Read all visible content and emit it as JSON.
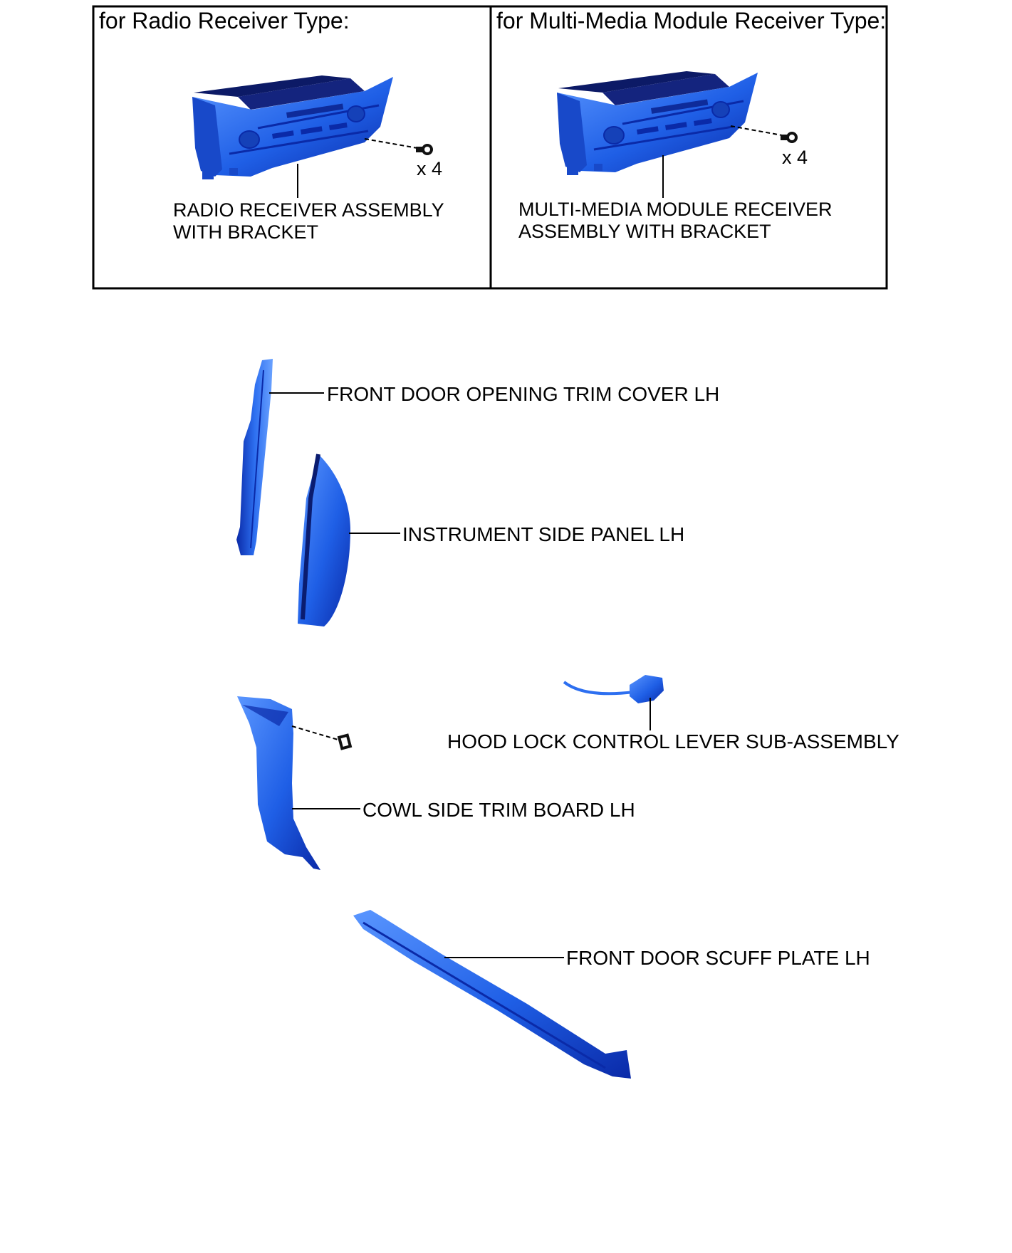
{
  "colors": {
    "part": "#1f5fe6",
    "part_dark": "#0a2aa8",
    "part_light": "#5a96ff",
    "line": "#000000"
  },
  "variants": {
    "radio": {
      "title": "for Radio Receiver Type:",
      "part_label": "RADIO RECEIVER ASSEMBLY\nWITH BRACKET",
      "screw_qty": "x 4"
    },
    "multimedia": {
      "title": "for Multi-Media Module Receiver Type:",
      "part_label": "MULTI-MEDIA MODULE RECEIVER\nASSEMBLY WITH BRACKET",
      "screw_qty": "x 4"
    }
  },
  "parts": {
    "front_door_opening_trim_cover": "FRONT DOOR OPENING TRIM COVER LH",
    "instrument_side_panel": "INSTRUMENT SIDE PANEL LH",
    "hood_lock_control_lever": "HOOD LOCK CONTROL LEVER SUB-ASSEMBLY",
    "cowl_side_trim_board": "COWL SIDE TRIM BOARD LH",
    "front_door_scuff_plate": "FRONT DOOR SCUFF PLATE LH"
  }
}
